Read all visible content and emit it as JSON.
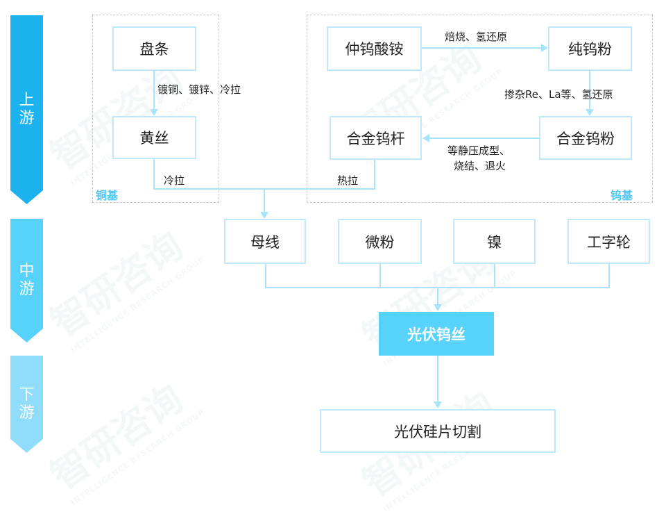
{
  "colors": {
    "upstream": "#1bb2ee",
    "midstream": "#56d2fb",
    "downstream": "#8fdcfb",
    "highlight_box": "#56d2fb",
    "box_border": "#bfe9fb",
    "connector": "#a9e3fb",
    "group_tag": "#4fc6f2"
  },
  "stages": [
    {
      "char1": "上",
      "char2": "游"
    },
    {
      "char1": "中",
      "char2": "游"
    },
    {
      "char1": "下",
      "char2": "游"
    }
  ],
  "upstream": {
    "copper_group": {
      "tag": "铜基",
      "nodes": {
        "coil": "盘条",
        "brass_wire": "黄丝"
      },
      "edges": {
        "coil_to_brass": "镀铜、镀锌、冷拉",
        "brass_out": "冷拉"
      }
    },
    "tungsten_group": {
      "tag": "钨基",
      "nodes": {
        "apt": "仲钨酸铵",
        "pure_powder": "纯钨粉",
        "alloy_powder": "合金钨粉",
        "alloy_rod": "合金钨杆"
      },
      "edges": {
        "apt_to_pure": "焙烧、氢还原",
        "pure_to_alloy": "掺杂Re、La等、氢还原",
        "alloy_to_rod_line1": "等静压成型、",
        "alloy_to_rod_line2": "烧结、退火",
        "rod_out": "热拉"
      }
    }
  },
  "midstream": {
    "nodes": [
      "母线",
      "微粉",
      "镍",
      "工字轮"
    ],
    "product": "光伏钨丝"
  },
  "downstream": {
    "application": "光伏硅片切割"
  },
  "watermark": {
    "cn": "智研咨询",
    "en": "INTELLIGENCE RESEARCH GROUP"
  }
}
